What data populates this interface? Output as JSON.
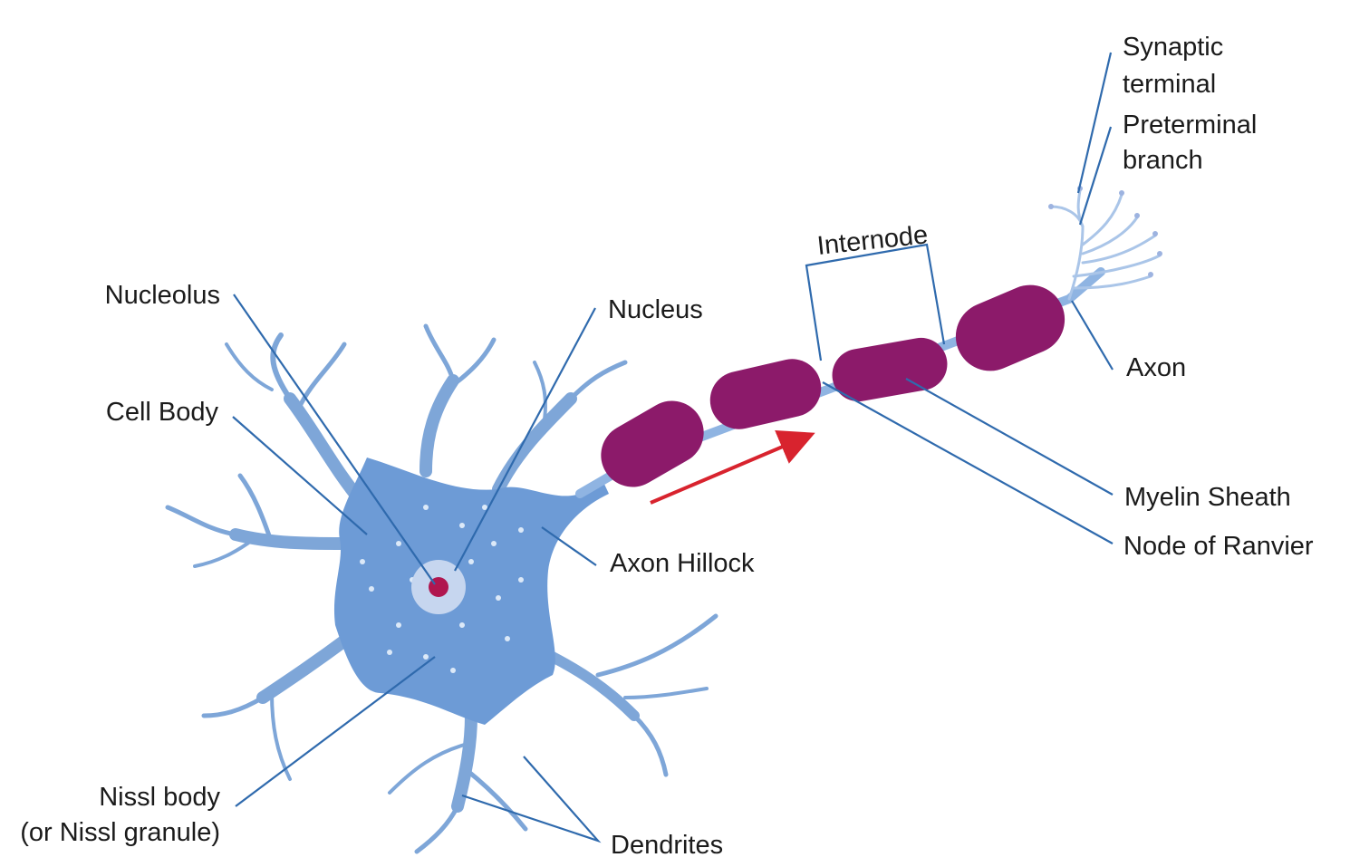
{
  "labels": {
    "synaptic_terminal": [
      "Synaptic",
      "terminal"
    ],
    "preterminal_branch": [
      "Preterminal",
      "branch"
    ],
    "internode": "Internode",
    "nucleolus": "Nucleolus",
    "nucleus": "Nucleus",
    "axon": "Axon",
    "cell_body": "Cell Body",
    "myelin_sheath": "Myelin Sheath",
    "node_of_ranvier": "Node of Ranvier",
    "axon_hillock": "Axon Hillock",
    "nissl_body": [
      "Nissl body",
      "(or Nissl granule)"
    ],
    "dendrites": "Dendrites"
  },
  "colors": {
    "cell": "#6d9bd6",
    "dendrite": "#7ea6d8",
    "myelin": "#8c1a6a",
    "nucleolus": "#b0164f",
    "pointer": "#2f6aad",
    "signal_arrow": "#d8232e"
  }
}
